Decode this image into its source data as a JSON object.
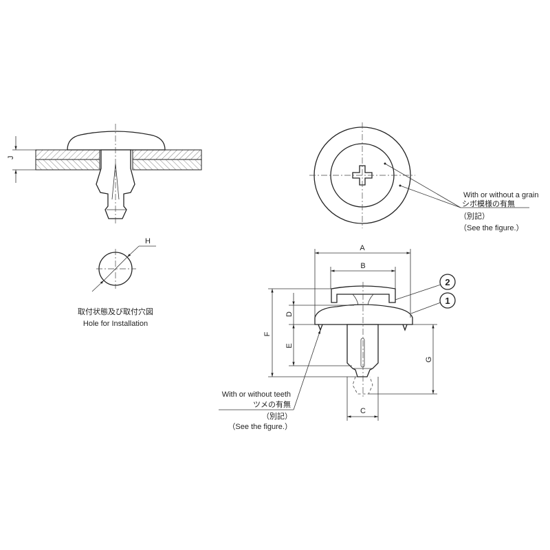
{
  "dimensions": {
    "A": "A",
    "B": "B",
    "C": "C",
    "D": "D",
    "E": "E",
    "F": "F",
    "G": "G",
    "H": "H",
    "J": "J"
  },
  "balloons": {
    "part1": "1",
    "part2": "2"
  },
  "installation": {
    "title_jp": "取付状態及び取付穴図",
    "title_en": "Hole for Installation"
  },
  "grain_note": {
    "en": "With or without a grain",
    "jp": "シボ模様の有無",
    "ref_jp": "（別記）",
    "ref_en": "（See the figure.）"
  },
  "teeth_note": {
    "en": "With or without teeth",
    "jp": "ツメの有無",
    "ref_jp": "（別記）",
    "ref_en": "（See the figure.）"
  }
}
